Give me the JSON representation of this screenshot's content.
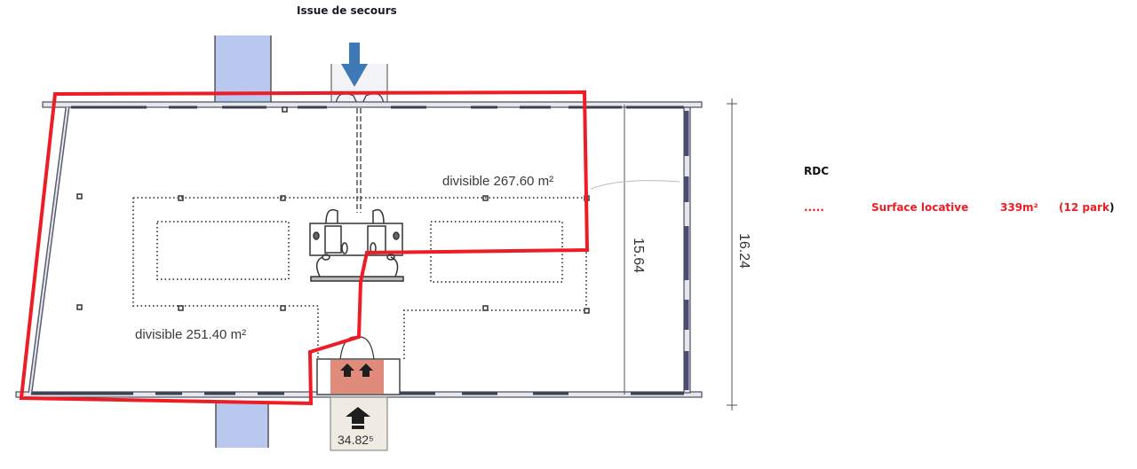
{
  "plan": {
    "exit_label": "Issue de secours",
    "zone_north_label": "divisible 267.60 m²",
    "zone_south_label": "divisible 251.40 m²",
    "dimension_inner": "15.64",
    "dimension_outer": "16.24",
    "dimension_bottom": "34.82⁵",
    "outline_color": "#ee1c24",
    "exit_arrow_color": "#3f79b5",
    "entrance_fill_color": "#e08b7b",
    "glass_fill_color": "#b8c8ee"
  },
  "legend": {
    "level": "RDC",
    "marker": ".....",
    "description": "Surface locative",
    "area": "339m²",
    "parking_open": "(12 park",
    "parking_close": ")"
  }
}
